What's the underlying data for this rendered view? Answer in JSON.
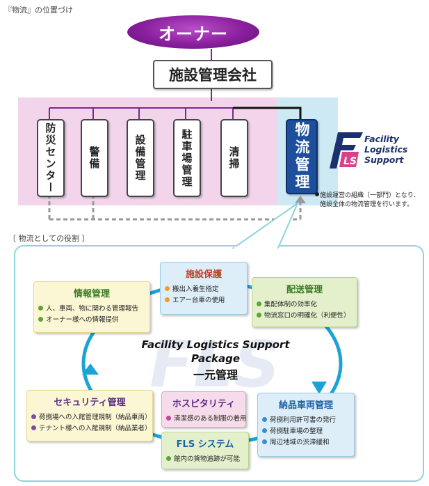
{
  "page_title": "『物流』の位置づけ",
  "owner": "オーナー",
  "company": "施設管理会社",
  "departments": [
    {
      "label": "防災センター"
    },
    {
      "label": "警備"
    },
    {
      "label": "設備管理"
    },
    {
      "label": "駐車場管理"
    },
    {
      "label": "清掃"
    }
  ],
  "logistics": "物流管理",
  "logo": {
    "line1": "Facility",
    "line2": "Logistics",
    "line3": "Support",
    "mark": "FLS"
  },
  "note": {
    "line1": "施設運営の組織（一部門）となり、",
    "line2": "施設全体の物流管理を行います。"
  },
  "role_label": "〔 物流としての役割 〕",
  "center": {
    "line1": "Facility Logistics Support",
    "line2": "Package",
    "line3": "一元管理"
  },
  "cards": {
    "shisetsu": {
      "title": "施設保護",
      "items": [
        "搬出入養生指定",
        "エアー台車の使用"
      ]
    },
    "haisou": {
      "title": "配送管理",
      "items": [
        "集配体制の効率化",
        "物流窓口の明確化（利便性）"
      ]
    },
    "jouhou": {
      "title": "情報管理",
      "items": [
        "人、車両、物に関わる管理報告",
        "オーナー様への情報提供"
      ]
    },
    "security": {
      "title": "セキュリティ管理",
      "items": [
        "荷捌場への入館管理規制（納品車両）",
        "テナント様への入館規制（納品業者）"
      ]
    },
    "hospitality": {
      "title": "ホスピタリティ",
      "items": [
        "清潔感のある制服の着用"
      ]
    },
    "nouhin": {
      "title": "納品車両管理",
      "items": [
        "荷捌利用許可書の発行",
        "荷捌駐車場の整理",
        "周辺地域の渋滞緩和"
      ]
    },
    "fls": {
      "title": "FLS システム",
      "items": [
        "館内の貨物追跡が可能"
      ]
    }
  },
  "colors": {
    "owner_purple": "#8a1f9e",
    "logistics_blue": "#1e4f9c",
    "pink_band": "#f2d5ea",
    "blue_band": "#cde9f3",
    "cycle_blue": "#1ba3d6",
    "card_blue": "#ddeef8",
    "card_green": "#e4f0cc",
    "card_yellow": "#fbf6d3",
    "card_pink": "#f6dcea"
  }
}
